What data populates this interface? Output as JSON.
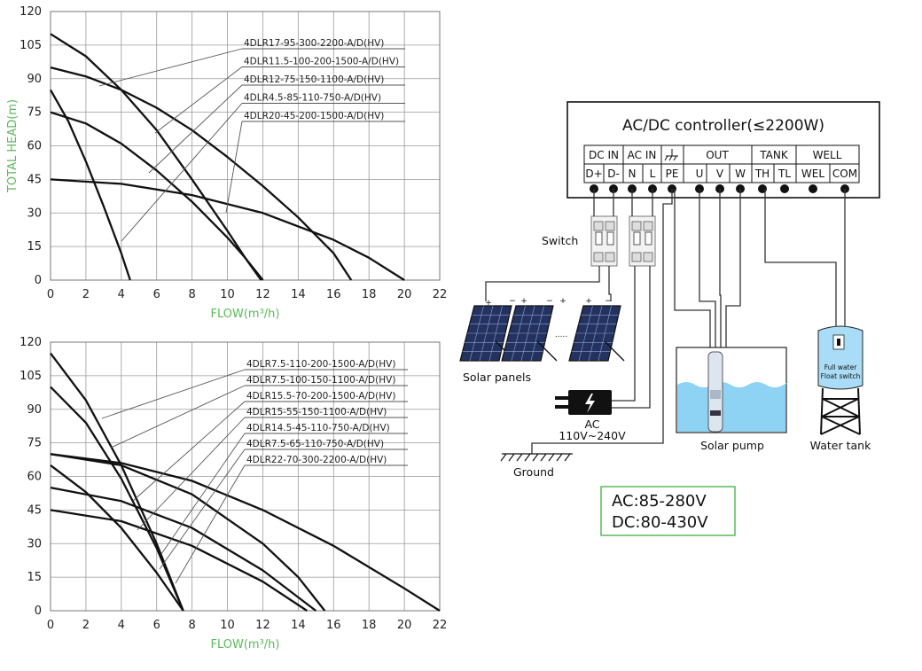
{
  "charts": [
    {
      "xlabel": "FLOW(m³/h)",
      "ylabel": "TOTAL HEAD(m)",
      "xticks": [
        "0",
        "2",
        "4",
        "6",
        "8",
        "10",
        "12",
        "14",
        "16",
        "18",
        "20",
        "22"
      ],
      "yticks": [
        "0",
        "15",
        "30",
        "45",
        "60",
        "75",
        "90",
        "105",
        "120"
      ],
      "legend": [
        "4DLR17-95-300-2200-A/D(HV)",
        "4DLR11.5-100-200-1500-A/D(HV)",
        "4DLR12-75-150-1100-A/D(HV)",
        "4DLR4.5-85-110-750-A/D(HV)",
        "4DLR20-45-200-1500-A/D(HV)"
      ]
    },
    {
      "xlabel": "FLOW(m³/h)",
      "ylabel": "",
      "xticks": [
        "0",
        "2",
        "4",
        "6",
        "8",
        "10",
        "12",
        "14",
        "16",
        "18",
        "20",
        "22"
      ],
      "yticks": [
        "0",
        "15",
        "30",
        "45",
        "60",
        "75",
        "90",
        "105",
        "120"
      ],
      "legend": [
        "4DLR7.5-110-200-1500-A/D(HV)",
        "4DLR7.5-100-150-1100-A/D(HV)",
        "4DLR15.5-70-200-1500-A/D(HV)",
        "4DLR15-55-150-1100-A/D(HV)",
        "4DLR14.5-45-110-750-A/D(HV)",
        "4DLR7.5-65-110-750-A/D(HV)",
        "4DLR22-70-300-2200-A/D(HV)"
      ]
    }
  ],
  "chart_data": [
    {
      "type": "line",
      "xlabel": "FLOW(m³/h)",
      "ylabel": "TOTAL HEAD(m)",
      "xlim": [
        0,
        22
      ],
      "ylim": [
        0,
        120
      ],
      "grid": true,
      "series": [
        {
          "name": "4DLR17-95-300-2200-A/D(HV)",
          "x": [
            0,
            2,
            4,
            6,
            8,
            10,
            12,
            14,
            16,
            17
          ],
          "y": [
            95,
            91,
            85,
            77,
            67,
            55,
            42,
            28,
            12,
            0
          ]
        },
        {
          "name": "4DLR11.5-100-200-1500-A/D(HV)",
          "x": [
            0,
            2,
            4,
            6,
            8,
            10,
            11,
            11.9
          ],
          "y": [
            110,
            100,
            85,
            67,
            45,
            22,
            10,
            0
          ]
        },
        {
          "name": "4DLR12-75-150-1100-A/D(HV)",
          "x": [
            0,
            2,
            4,
            6,
            8,
            10,
            11,
            12
          ],
          "y": [
            75,
            70,
            61,
            49,
            35,
            19,
            10,
            0
          ]
        },
        {
          "name": "4DLR4.5-85-110-750-A/D(HV)",
          "x": [
            0,
            1,
            2,
            3,
            4,
            4.5
          ],
          "y": [
            85,
            71,
            53,
            33,
            12,
            0
          ]
        },
        {
          "name": "4DLR20-45-200-1500-A/D(HV)",
          "x": [
            0,
            4,
            8,
            12,
            16,
            18,
            20
          ],
          "y": [
            45,
            43,
            38,
            30,
            18,
            10,
            0
          ]
        }
      ]
    },
    {
      "type": "line",
      "xlabel": "FLOW(m³/h)",
      "xlim": [
        0,
        22
      ],
      "ylim": [
        0,
        120
      ],
      "grid": true,
      "series": [
        {
          "name": "4DLR7.5-110-200-1500-A/D(HV)",
          "x": [
            0,
            2,
            4,
            6,
            7.5
          ],
          "y": [
            115,
            94,
            65,
            30,
            0
          ]
        },
        {
          "name": "4DLR7.5-100-150-1100-A/D(HV)",
          "x": [
            0,
            2,
            4,
            6,
            7.5
          ],
          "y": [
            100,
            84,
            59,
            28,
            0
          ]
        },
        {
          "name": "4DLR15.5-70-200-1500-A/D(HV)",
          "x": [
            0,
            4,
            8,
            12,
            14,
            15.5
          ],
          "y": [
            70,
            65,
            52,
            30,
            15,
            0
          ]
        },
        {
          "name": "4DLR15-55-150-1100-A/D(HV)",
          "x": [
            0,
            4,
            8,
            12,
            15
          ],
          "y": [
            55,
            49,
            37,
            18,
            0
          ]
        },
        {
          "name": "4DLR14.5-45-110-750-A/D(HV)",
          "x": [
            0,
            4,
            8,
            12,
            14.5
          ],
          "y": [
            45,
            40,
            29,
            13,
            0
          ]
        },
        {
          "name": "4DLR7.5-65-110-750-A/D(HV)",
          "x": [
            0,
            2,
            4,
            6,
            7.5
          ],
          "y": [
            65,
            53,
            37,
            17,
            0
          ]
        },
        {
          "name": "4DLR22-70-300-2200-A/D(HV)",
          "x": [
            0,
            4,
            8,
            12,
            16,
            20,
            22
          ],
          "y": [
            70,
            66,
            58,
            45,
            29,
            10,
            0
          ]
        }
      ]
    }
  ],
  "diagram": {
    "controller_title": "AC/DC controller(≤2200W)",
    "groups": [
      "DC IN",
      "AC IN",
      "",
      "OUT",
      "TANK",
      "WELL"
    ],
    "terminals": [
      "D+",
      "D-",
      "N",
      "L",
      "PE",
      "U",
      "V",
      "W",
      "TH",
      "TL",
      "WEL",
      "COM"
    ],
    "switch_label": "Switch",
    "solar_label": "Solar panels",
    "ac_label": "AC",
    "ac_voltage": "110V~240V",
    "ground_label": "Ground",
    "pump_label": "Solar pump",
    "tank_label": "Water tank",
    "float_label_1": "Full water",
    "float_label_2": "Float switch",
    "dots": ".....",
    "spec_ac": "AC:85-280V",
    "spec_dc": "DC:80-430V",
    "colors": {
      "axis_text": "#5cb85c",
      "water": "#8fd3f4",
      "spec_border": "#5cb85c"
    }
  }
}
